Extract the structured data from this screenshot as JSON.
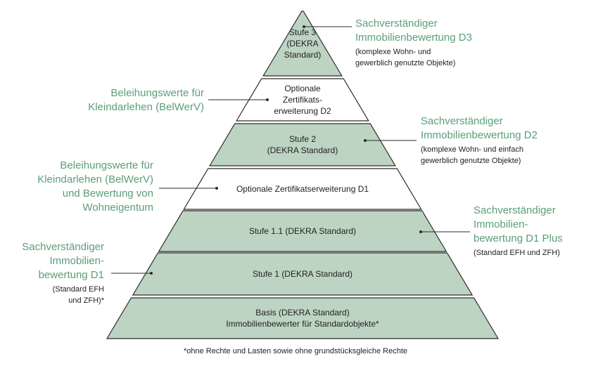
{
  "colors": {
    "fill_green": "#bdd4c2",
    "fill_white": "#ffffff",
    "stroke": "#2b2b2b",
    "accent_text": "#5a9e78"
  },
  "levels": [
    {
      "id": "basis",
      "fill": "green",
      "lines": [
        "Basis (DEKRA Standard)",
        "Immobilienbewerter für Standardobjekte*"
      ]
    },
    {
      "id": "stufe1",
      "fill": "green",
      "lines": [
        "Stufe 1 (DEKRA Standard)"
      ]
    },
    {
      "id": "stufe11",
      "fill": "green",
      "lines": [
        "Stufe 1.1 (DEKRA Standard)"
      ]
    },
    {
      "id": "opt-d1",
      "fill": "white",
      "lines": [
        "Optionale Zertifikatserweiterung D1"
      ]
    },
    {
      "id": "stufe2",
      "fill": "green",
      "lines": [
        "Stufe 2",
        "(DEKRA Standard)"
      ]
    },
    {
      "id": "opt-d2",
      "fill": "white",
      "lines": [
        "Optionale",
        "Zertifikats-",
        "erweiterung D2"
      ]
    },
    {
      "id": "stufe3",
      "fill": "green",
      "lines": [
        "Stufe 3",
        "(DEKRA",
        "Standard)"
      ]
    }
  ],
  "annotations": {
    "d3": {
      "title": "Sachverständiger\nImmobilienbewertung D3",
      "sub": "(komplexe Wohn- und\ngewerblich genutzte Objekte)"
    },
    "belwerv1": {
      "title": "Beleihungswerte für\nKleindarlehen (BelWerV)",
      "sub": ""
    },
    "d2": {
      "title": "Sachverständiger\nImmobilienbewertung D2",
      "sub": "(komplexe Wohn- und einfach\ngewerblich genutzte Objekte)"
    },
    "belwerv2": {
      "title": "Beleihungswerte für\nKleindarlehen (BelWerV)\nund Bewertung von\nWohneigentum",
      "sub": ""
    },
    "d1plus": {
      "title": "Sachverständiger\nImmobilien-\nbewertung D1 Plus",
      "sub": "(Standard EFH und ZFH)"
    },
    "d1": {
      "title": "Sachverständiger\nImmobilien-\nbewertung D1",
      "sub": "(Standard EFH\nund ZFH)*"
    }
  },
  "footnote": "*ohne Rechte und Lasten sowie ohne grundstücksgleiche Rechte"
}
